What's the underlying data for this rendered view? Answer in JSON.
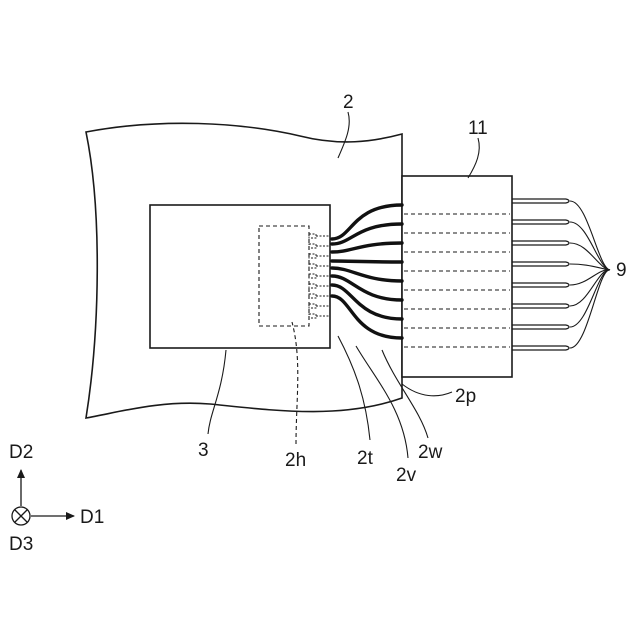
{
  "labels": {
    "board": "2",
    "connector": "11",
    "chip": "3",
    "cables": "9",
    "chip_terminals": "2h",
    "wiring_t": "2t",
    "wiring_v": "2v",
    "wiring_w": "2w",
    "pad_region": "2p"
  },
  "axes": {
    "d1": "D1",
    "d2": "D2",
    "d3": "D3"
  }
}
